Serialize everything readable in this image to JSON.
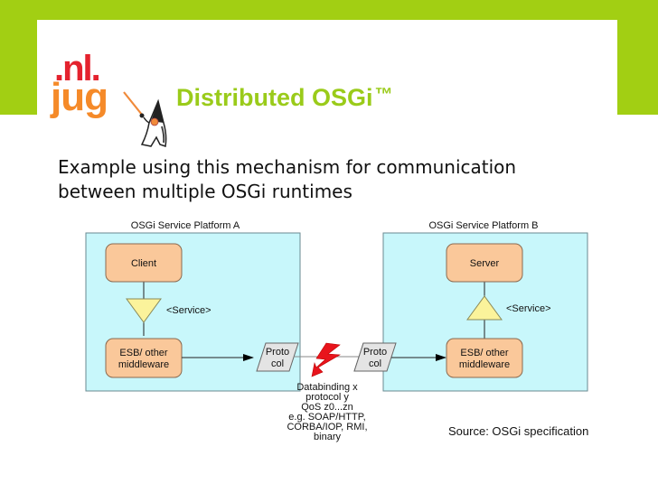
{
  "slide": {
    "title": "Distributed OSGi",
    "title_mark": "™",
    "logo": {
      "top": ".nl.",
      "bottom": "jug",
      "top_color": "#e4222e",
      "bottom_color": "#f58a29"
    },
    "mascot_icon": "duke-pointer-icon",
    "body_lines": [
      "Example using this mechanism for communication",
      "between multiple OSGi runtimes"
    ],
    "source": "Source: OSGi specification",
    "colors": {
      "accent_green": "#a2cf13",
      "title_green": "#9acb1a"
    }
  },
  "diagram": {
    "platform_a": {
      "label": "OSGi Service Platform A",
      "top_node": "Client",
      "service_label": "<Service>",
      "bottom_node": [
        "ESB/ other",
        "middleware"
      ],
      "protocol": [
        "Proto",
        "col"
      ]
    },
    "platform_b": {
      "label": "OSGi Service Platform B",
      "top_node": "Server",
      "service_label": "<Service>",
      "bottom_node": [
        "ESB/ other",
        "middleware"
      ],
      "protocol": [
        "Proto",
        "col"
      ]
    },
    "link_icon": "lightning-bolt-icon",
    "link_notes": [
      "Databinding x",
      "protocol y",
      "QoS z0...zn",
      "e.g. SOAP/HTTP,",
      "CORBA/IOP, RMI,",
      "binary"
    ],
    "colors": {
      "platform_fill": "#c8f7fb",
      "node_fill": "#fac89a",
      "service_fill": "#fbf39b",
      "protocol_fill": "#e4e4e4",
      "bolt": "#e8141c"
    }
  }
}
